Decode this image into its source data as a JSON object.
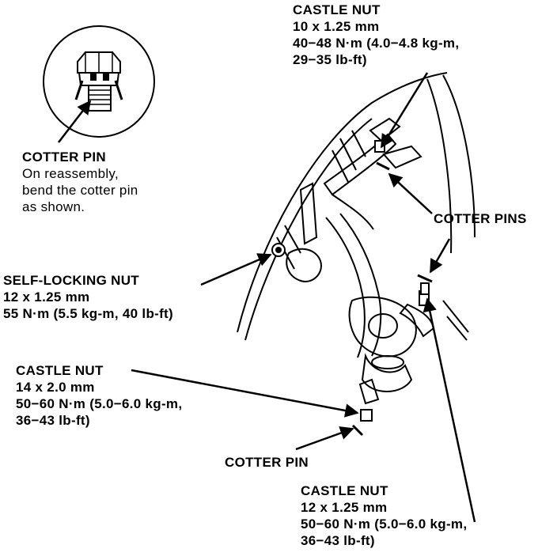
{
  "callouts": {
    "castle_nut_upper": {
      "title": "CASTLE NUT",
      "lines": [
        "10 x 1.25 mm",
        "40−48 N·m (4.0−4.8 kg-m,",
        "29−35 lb-ft)"
      ]
    },
    "cotter_pin_detail": {
      "title": "COTTER PIN",
      "lines": [
        "On reassembly,",
        "bend the cotter pin",
        "as shown."
      ]
    },
    "cotter_pins": {
      "title": "COTTER PINS"
    },
    "self_locking_nut": {
      "title": "SELF-LOCKING NUT",
      "lines": [
        "12 x 1.25 mm",
        "55 N·m (5.5 kg-m, 40 lb-ft)"
      ]
    },
    "castle_nut_middle": {
      "title": "CASTLE NUT",
      "lines": [
        "14 x 2.0 mm",
        "50−60 N·m (5.0−6.0 kg-m,",
        "36−43 lb-ft)"
      ]
    },
    "cotter_pin_lower": {
      "title": "COTTER PIN"
    },
    "castle_nut_lower": {
      "title": "CASTLE NUT",
      "lines": [
        "12 x 1.25 mm",
        "50−60 N·m (5.0−6.0 kg-m,",
        "36−43 lb-ft)"
      ]
    }
  }
}
